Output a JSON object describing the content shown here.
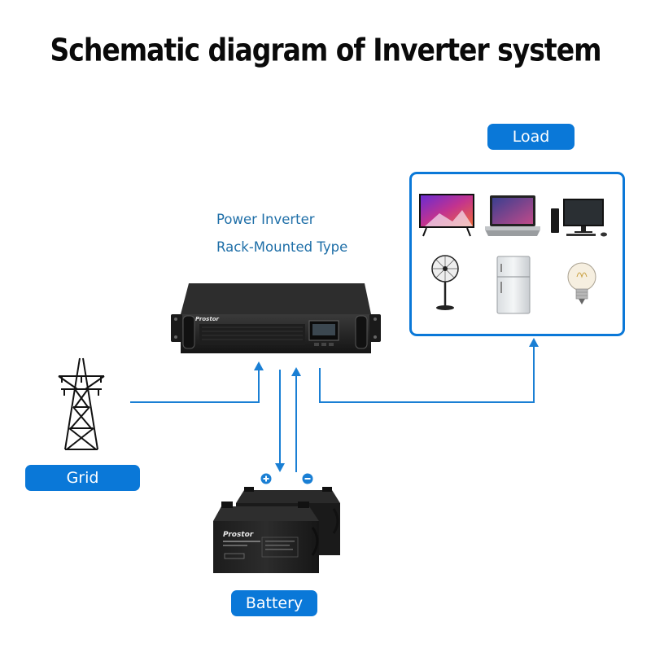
{
  "title": "Schematic diagram of Inverter system",
  "inverter": {
    "caption_line1": "Power Inverter",
    "caption_line2": "Rack-Mounted Type",
    "brand": "Prostor"
  },
  "labels": {
    "load": "Load",
    "grid": "Grid",
    "battery": "Battery"
  },
  "battery": {
    "brand": "Prostor",
    "positive_symbol": "+",
    "negative_symbol": "−"
  },
  "load_items": [
    "tv",
    "laptop",
    "desktop-computer",
    "fan",
    "refrigerator",
    "light-bulb"
  ],
  "colors": {
    "accent": "#0a78d8",
    "line": "#1a7fd4",
    "caption": "#1f6fa8"
  }
}
